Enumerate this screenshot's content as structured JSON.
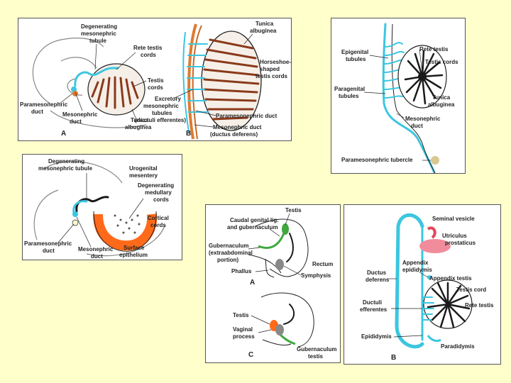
{
  "colors": {
    "page_background": "#ffffcc",
    "tubule_cyan": "#3cc6e0",
    "ductus_orange": "#e07a30",
    "cortical_orange": "#ff6a1a",
    "gubernaculum_green": "#3fa83f",
    "utricle_pink": "#f08c9c",
    "seminal_red": "#e04a5a"
  },
  "panel_top_left": {
    "labels": {
      "degenerating_tubule": [
        "Degenerating",
        "mesonephric",
        "tubule"
      ],
      "rete_testis_cords": [
        "Rete testis",
        "cords"
      ],
      "testis_cords": [
        "Testis",
        "cords"
      ],
      "paramesonephric_duct": [
        "Paramesonephric",
        "duct"
      ],
      "mesonephric_duct": [
        "Mesonephric",
        "duct"
      ],
      "tunica_albuginea_a": [
        "Tunica",
        "albuginea"
      ],
      "excretory_tubules": [
        "Excretory",
        "mesonephric",
        "tubules",
        "(ductuli efferentes)"
      ],
      "tunica_albuginea_b": [
        "Tunica",
        "albuginea"
      ],
      "horseshoe_cords": [
        "Horseshoe-",
        "shaped",
        "testis cords"
      ],
      "paramesonephric_duct_b": "Paramesonephric duct",
      "mesonephric_duct_b": [
        "Mesonephric duct",
        "(ductus deferens)"
      ],
      "letter_a": "A",
      "letter_b": "B"
    }
  },
  "panel_top_right": {
    "labels": {
      "rete_testis": "Rete testis",
      "epigenital_tubules": [
        "Epigenital",
        "tubules"
      ],
      "testis_cords": "Testis cords",
      "paragenital_tubules": [
        "Paragenital",
        "tubules"
      ],
      "tunica_albuginea": [
        "Tunica",
        "albuginea"
      ],
      "mesonephric_duct": [
        "Mesonephric",
        "duct"
      ],
      "paramesonephric_tubercle": "Paramesonephric tubercle"
    }
  },
  "panel_mid_left": {
    "labels": {
      "degenerating_tubule": [
        "Degenerating",
        "mesonephric tubule"
      ],
      "urogenital_mesentery": [
        "Urogenital",
        "mesentery"
      ],
      "degenerating_medullary": [
        "Degenerating",
        "medullary",
        "cords"
      ],
      "cortical_cords": [
        "Cortical",
        "cords"
      ],
      "paramesonephric_duct": [
        "Paramesonephric",
        "duct"
      ],
      "mesonephric_duct": [
        "Mesonephric",
        "duct"
      ],
      "surface_epithelium": [
        "Surface",
        "epithelium"
      ]
    }
  },
  "panel_bottom_mid": {
    "labels": {
      "testis_a": "Testis",
      "caudal_genital_lig": [
        "Caudal genital lig.",
        "and gubernaculum"
      ],
      "gubernaculum_extra": [
        "Gubernaculum",
        "(extraabdominal",
        "portion)"
      ],
      "rectum": "Rectum",
      "phallus": "Phallus",
      "symphysis": "Symphysis",
      "letter_a": "A",
      "testis_c": "Testis",
      "vaginal_process": [
        "Vaginal",
        "process"
      ],
      "gubernaculum_testis": [
        "Gubernaculum",
        "testis"
      ],
      "letter_c": "C"
    }
  },
  "panel_bottom_right": {
    "labels": {
      "seminal_vesicle": "Seminal vesicle",
      "utriculus": [
        "Utriculus",
        "prostaticus"
      ],
      "appendix_epididymis": [
        "Appendix",
        "epididymis"
      ],
      "ductus_deferens": [
        "Ductus",
        "deferens"
      ],
      "appendix_testis": "Appendix testis",
      "testis_cord": "Testis cord",
      "ductuli_efferentes": [
        "Ductuli",
        "efferentes"
      ],
      "rete_testis": "Rete testis",
      "epididymis": "Epididymis",
      "paradidymis": "Paradidymis",
      "letter_b": "B"
    }
  }
}
